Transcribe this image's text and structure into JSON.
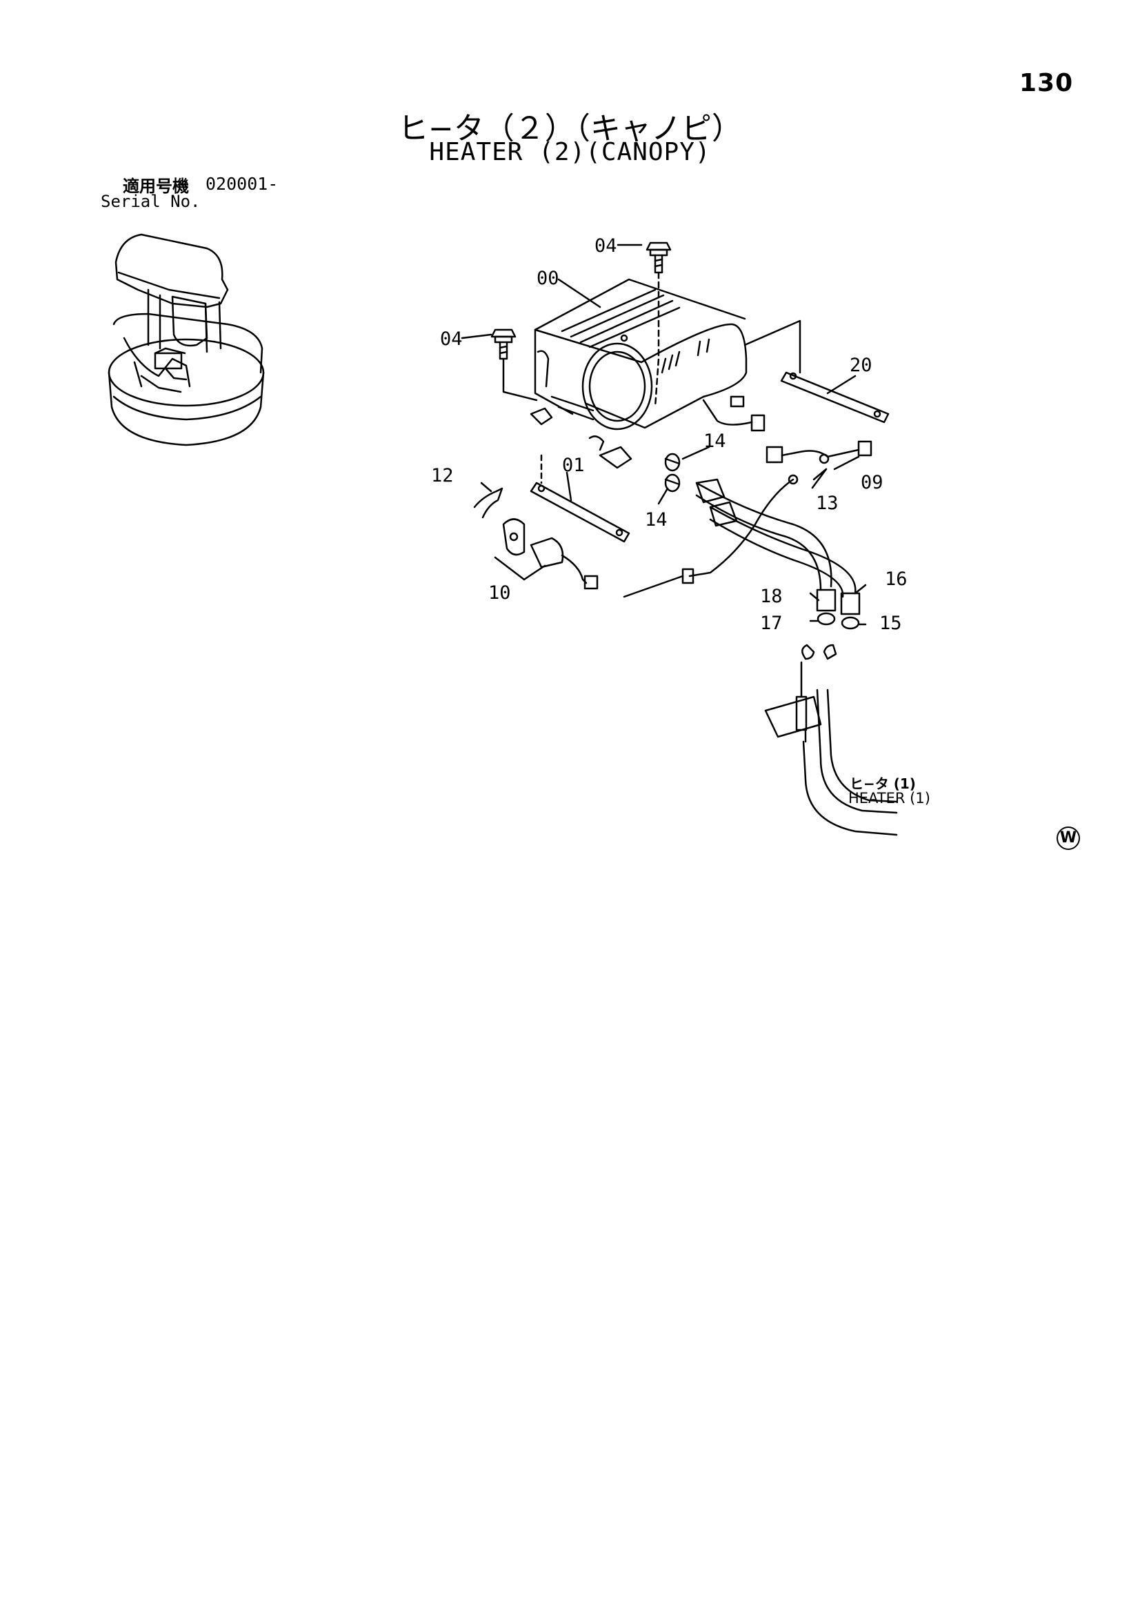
{
  "page_number": "130",
  "title": {
    "japanese": "ヒ−タ（２）（キャノピ）",
    "english": "HEATER (2)(CANOPY)"
  },
  "serial": {
    "japanese_label": "適用号機",
    "value": "020001-",
    "english_label": "Serial No."
  },
  "parts": {
    "p00": "00",
    "p01": "01",
    "p04a": "04",
    "p04b": "04",
    "p09": "09",
    "p10": "10",
    "p12": "12",
    "p13": "13",
    "p14a": "14",
    "p14b": "14",
    "p15": "15",
    "p16": "16",
    "p17": "17",
    "p18": "18",
    "p20": "20"
  },
  "reference": {
    "japanese": "ヒ−タ (1)",
    "english": "HEATER (1)"
  },
  "watermark": "W"
}
